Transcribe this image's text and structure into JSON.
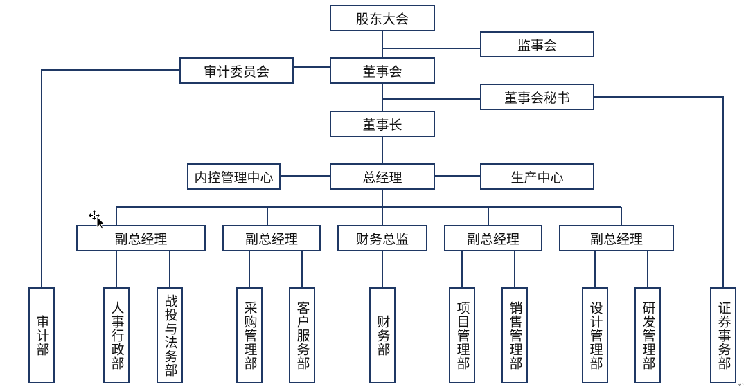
{
  "nodes": {
    "shareholders_meeting": "股东大会",
    "supervisory_board": "监事会",
    "audit_committee": "审计委员会",
    "board_of_directors": "董事会",
    "board_secretary": "董事会秘书",
    "chairman": "董事长",
    "internal_control_center": "内控管理中心",
    "general_manager": "总经理",
    "production_center": "生产中心",
    "deputy_gm_1": "副总经理",
    "deputy_gm_2": "副总经理",
    "cfo": "财务总监",
    "deputy_gm_3": "副总经理",
    "deputy_gm_4": "副总经理"
  },
  "departments": {
    "audit": "审计部",
    "hr_admin": "人事行政部",
    "strategy_legal": "战投与法务部",
    "procurement": "采购管理部",
    "customer_service": "客户服务部",
    "finance": "财务部",
    "project": "项目管理部",
    "sales": "销售管理部",
    "design": "设计管理部",
    "rnd": "研发管理部",
    "securities": "证券事务部"
  },
  "colors": {
    "border": "#1f3864",
    "text": "#111111",
    "background": "#ffffff"
  },
  "icons": {
    "cursor": "move-cursor-icon",
    "corner": "resize-corner-icon"
  }
}
